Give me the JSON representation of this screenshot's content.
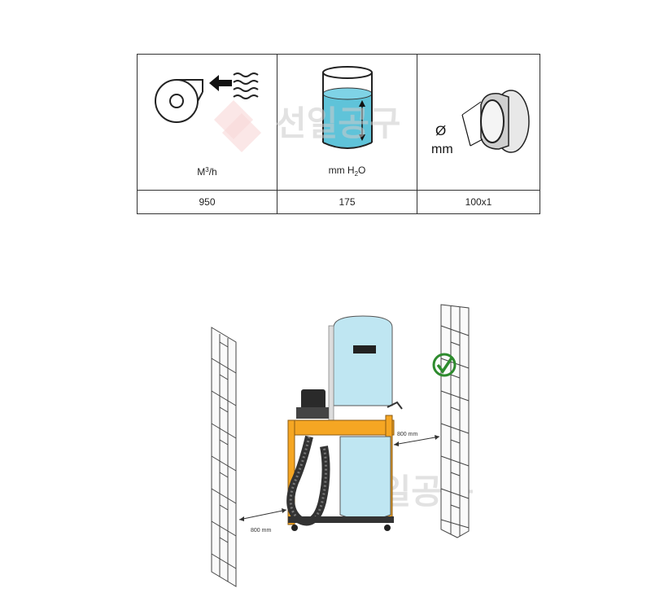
{
  "spec_table": {
    "units": {
      "airflow": {
        "prefix": "M",
        "sup": "3",
        "suffix": "/h"
      },
      "pressure": {
        "prefix": "mm H",
        "sub": "2",
        "suffix": "O"
      },
      "connection_prefix": "Ø",
      "connection_unit": "mm"
    },
    "values": {
      "airflow": "950",
      "pressure": "175",
      "connection": "100x1"
    }
  },
  "watermark": {
    "text": "선일공구"
  },
  "illustration": {
    "clearance_left": "800 mm",
    "clearance_right": "800 mm"
  },
  "colors": {
    "water": "#5fc3d9",
    "machine_frame": "#f5a623",
    "bag": "#bfe6f2",
    "check": "#2e8b2e"
  }
}
